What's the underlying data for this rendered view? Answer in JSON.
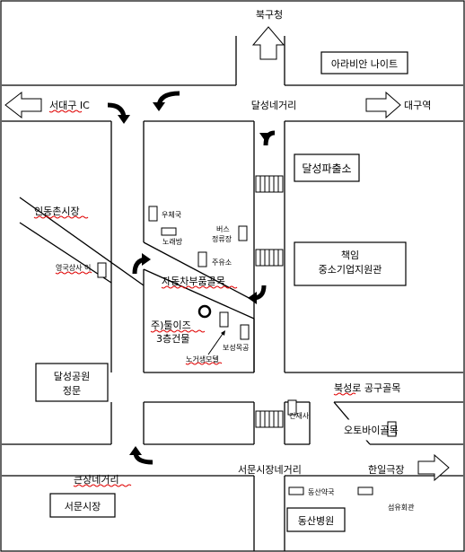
{
  "directions": {
    "north": "북구청",
    "west": "서대구 IC",
    "east_top": "대구역",
    "east_bottom": "한일극장"
  },
  "intersections": {
    "top": "달성네거리",
    "bottom_center": "서문시장네거리",
    "bottom_left": "큰장네거리"
  },
  "places": {
    "arabian_night": "아라비안 나이트",
    "police_box": "달성파출소",
    "sme_center_line1": "책임",
    "sme_center_line2": "중소기업지원관",
    "indongchon_market": "인동촌시장",
    "alley_left": "영국상사 이",
    "post_office": "우체국",
    "karaoke": "노래방",
    "bus_stop_line1": "버스",
    "bus_stop_line2": "정류장",
    "small_shop": "주유소",
    "auto_parts_alley": "자동차부품골목",
    "target_line1": "주)툴이즈",
    "target_line2": "3층건물",
    "parking": "보성목공",
    "tools_store": "노거생모텔",
    "dalseong_park_line1": "달성공원",
    "dalseong_park_line2": "정문",
    "bukseong_tool_alley": "북성로 공구골목",
    "motorcycle_alley": "오토바이골목",
    "small_building": "건재사",
    "seomun_market": "서문시장",
    "dongsan_pharmacy": "동산약국",
    "seomun_building": "섬유회관",
    "dongsan_hospital": "동산병원"
  }
}
